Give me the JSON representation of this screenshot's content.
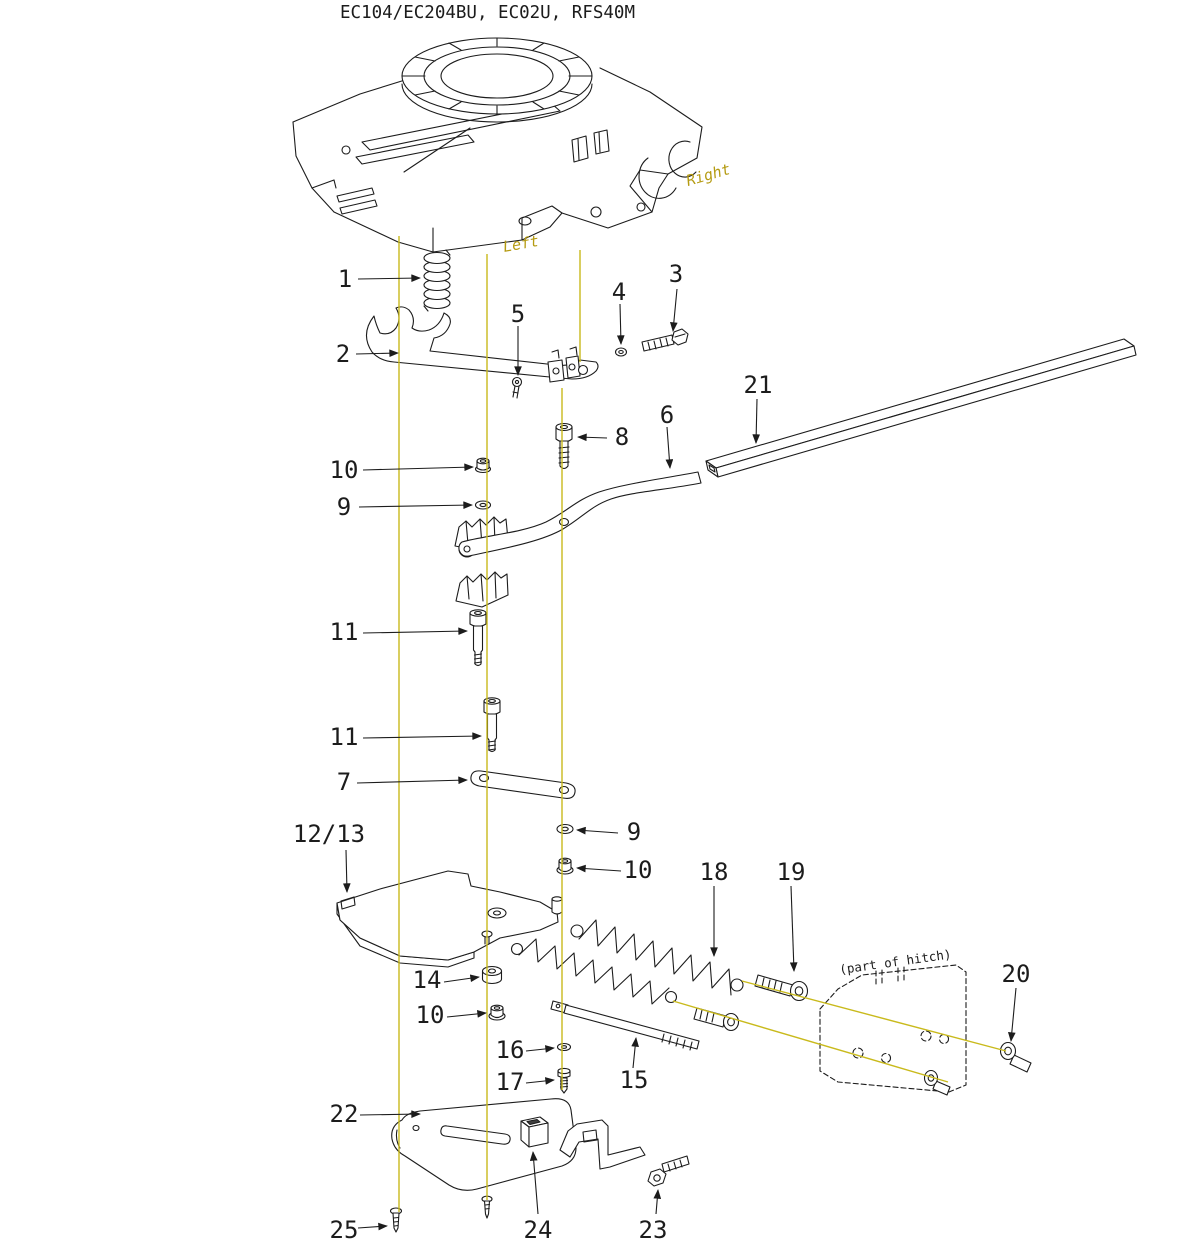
{
  "diagram": {
    "title": "EC104/EC204BU, EC02U, RFS40M",
    "orientation": {
      "right": "Right",
      "left": "Left"
    },
    "hitch_note": "(part of hitch)"
  },
  "colors": {
    "line": "#1c1c1c",
    "leader_line": "#c9ba1c",
    "orientation_text": "#b59b12",
    "background": "#ffffff"
  },
  "callouts": [
    {
      "label": "1"
    },
    {
      "label": "2"
    },
    {
      "label": "3"
    },
    {
      "label": "4"
    },
    {
      "label": "5"
    },
    {
      "label": "8"
    },
    {
      "label": "6"
    },
    {
      "label": "21"
    },
    {
      "label": "10"
    },
    {
      "label": "9"
    },
    {
      "label": "11"
    },
    {
      "label": "11"
    },
    {
      "label": "7"
    },
    {
      "label": "9"
    },
    {
      "label": "10"
    },
    {
      "label": "12/13"
    },
    {
      "label": "18"
    },
    {
      "label": "19"
    },
    {
      "label": "14"
    },
    {
      "label": "10"
    },
    {
      "label": "16"
    },
    {
      "label": "17"
    },
    {
      "label": "15"
    },
    {
      "label": "20"
    },
    {
      "label": "22"
    },
    {
      "label": "25"
    },
    {
      "label": "24"
    },
    {
      "label": "23"
    }
  ]
}
